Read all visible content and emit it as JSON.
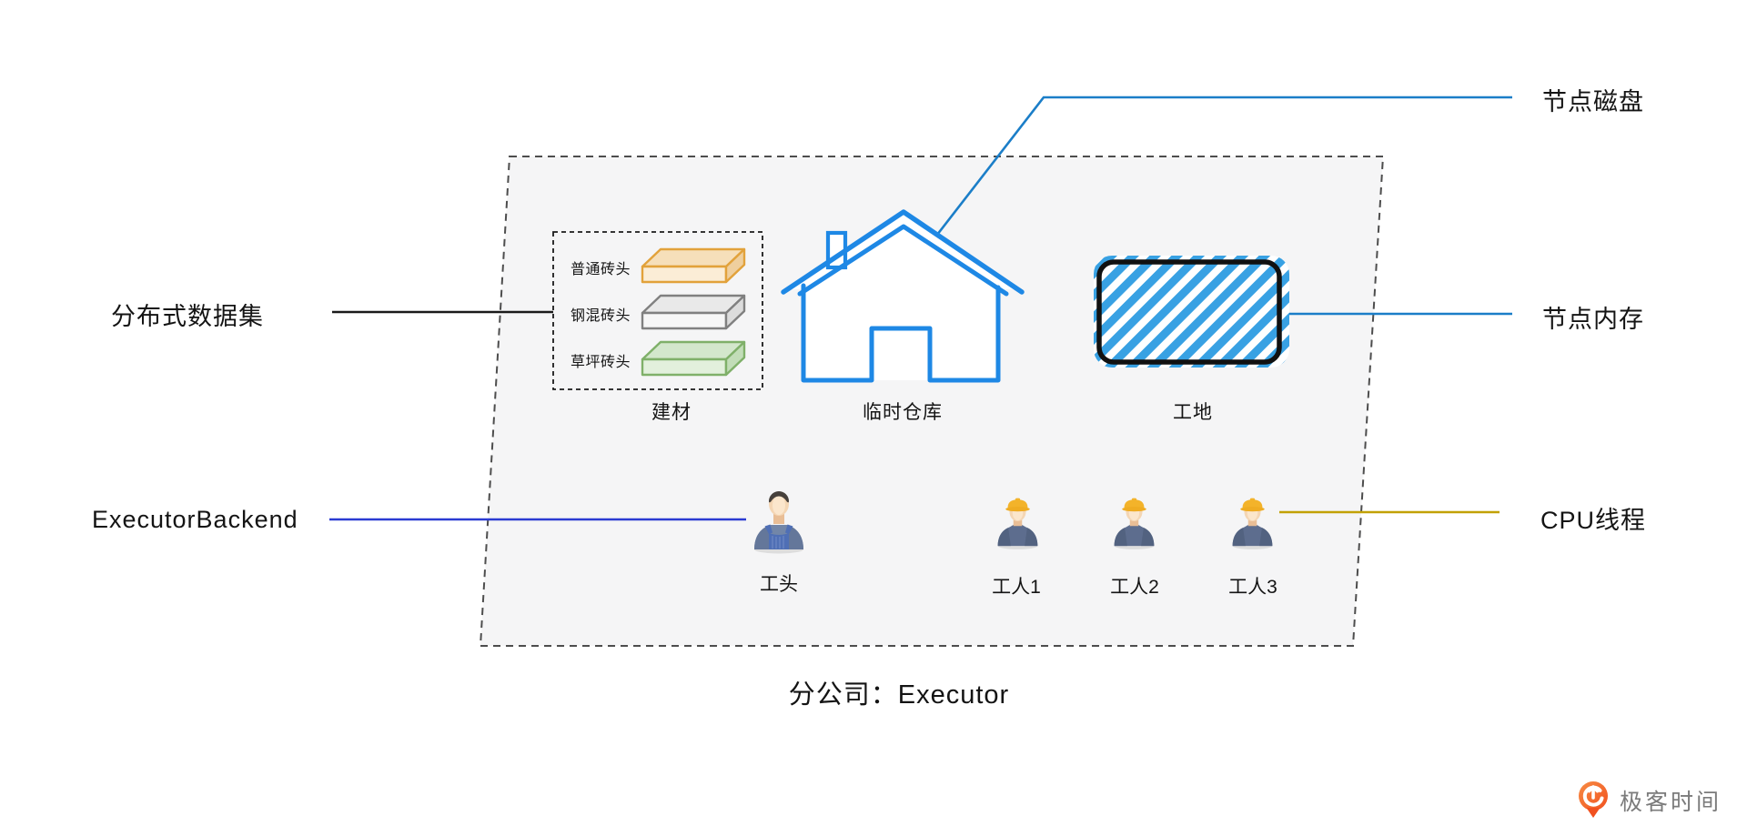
{
  "diagram": {
    "company_label": "分公司：Executor",
    "materials": {
      "title": "建材",
      "items": [
        {
          "label": "普通砖头",
          "stroke": "#E2A23B",
          "top": "#F6DFBA",
          "front": "#FBEDD6",
          "side": "#EFCF9E"
        },
        {
          "label": "钢混砖头",
          "stroke": "#808080",
          "top": "#E9E9E9",
          "front": "#F6F6F6",
          "side": "#DCDCDC"
        },
        {
          "label": "草坪砖头",
          "stroke": "#7FB069",
          "top": "#D3E7CC",
          "front": "#E2F0DC",
          "side": "#C2DDB8"
        }
      ]
    },
    "warehouse": {
      "label": "临时仓库",
      "outline_color": "#1E88E5"
    },
    "site": {
      "label": "工地",
      "hatch_color": "#38A1E3",
      "border_color": "#111111"
    },
    "foreman": {
      "label": "工头"
    },
    "workers": [
      {
        "label": "工人1"
      },
      {
        "label": "工人2"
      },
      {
        "label": "工人3"
      }
    ],
    "annotations": {
      "dataset": {
        "label": "分布式数据集",
        "line_color": "#1A1A1A"
      },
      "executor_backend": {
        "label": "ExecutorBackend",
        "line_color": "#2B3BD2"
      },
      "node_disk": {
        "label": "节点磁盘",
        "line_color": "#1B7EC8"
      },
      "node_memory": {
        "label": "节点内存",
        "line_color": "#1B7EC8"
      },
      "cpu_threads": {
        "label": "CPU线程",
        "line_color": "#C2A104"
      }
    }
  },
  "footer": {
    "brand": "极客时间",
    "logo_color": "#F4602F"
  }
}
